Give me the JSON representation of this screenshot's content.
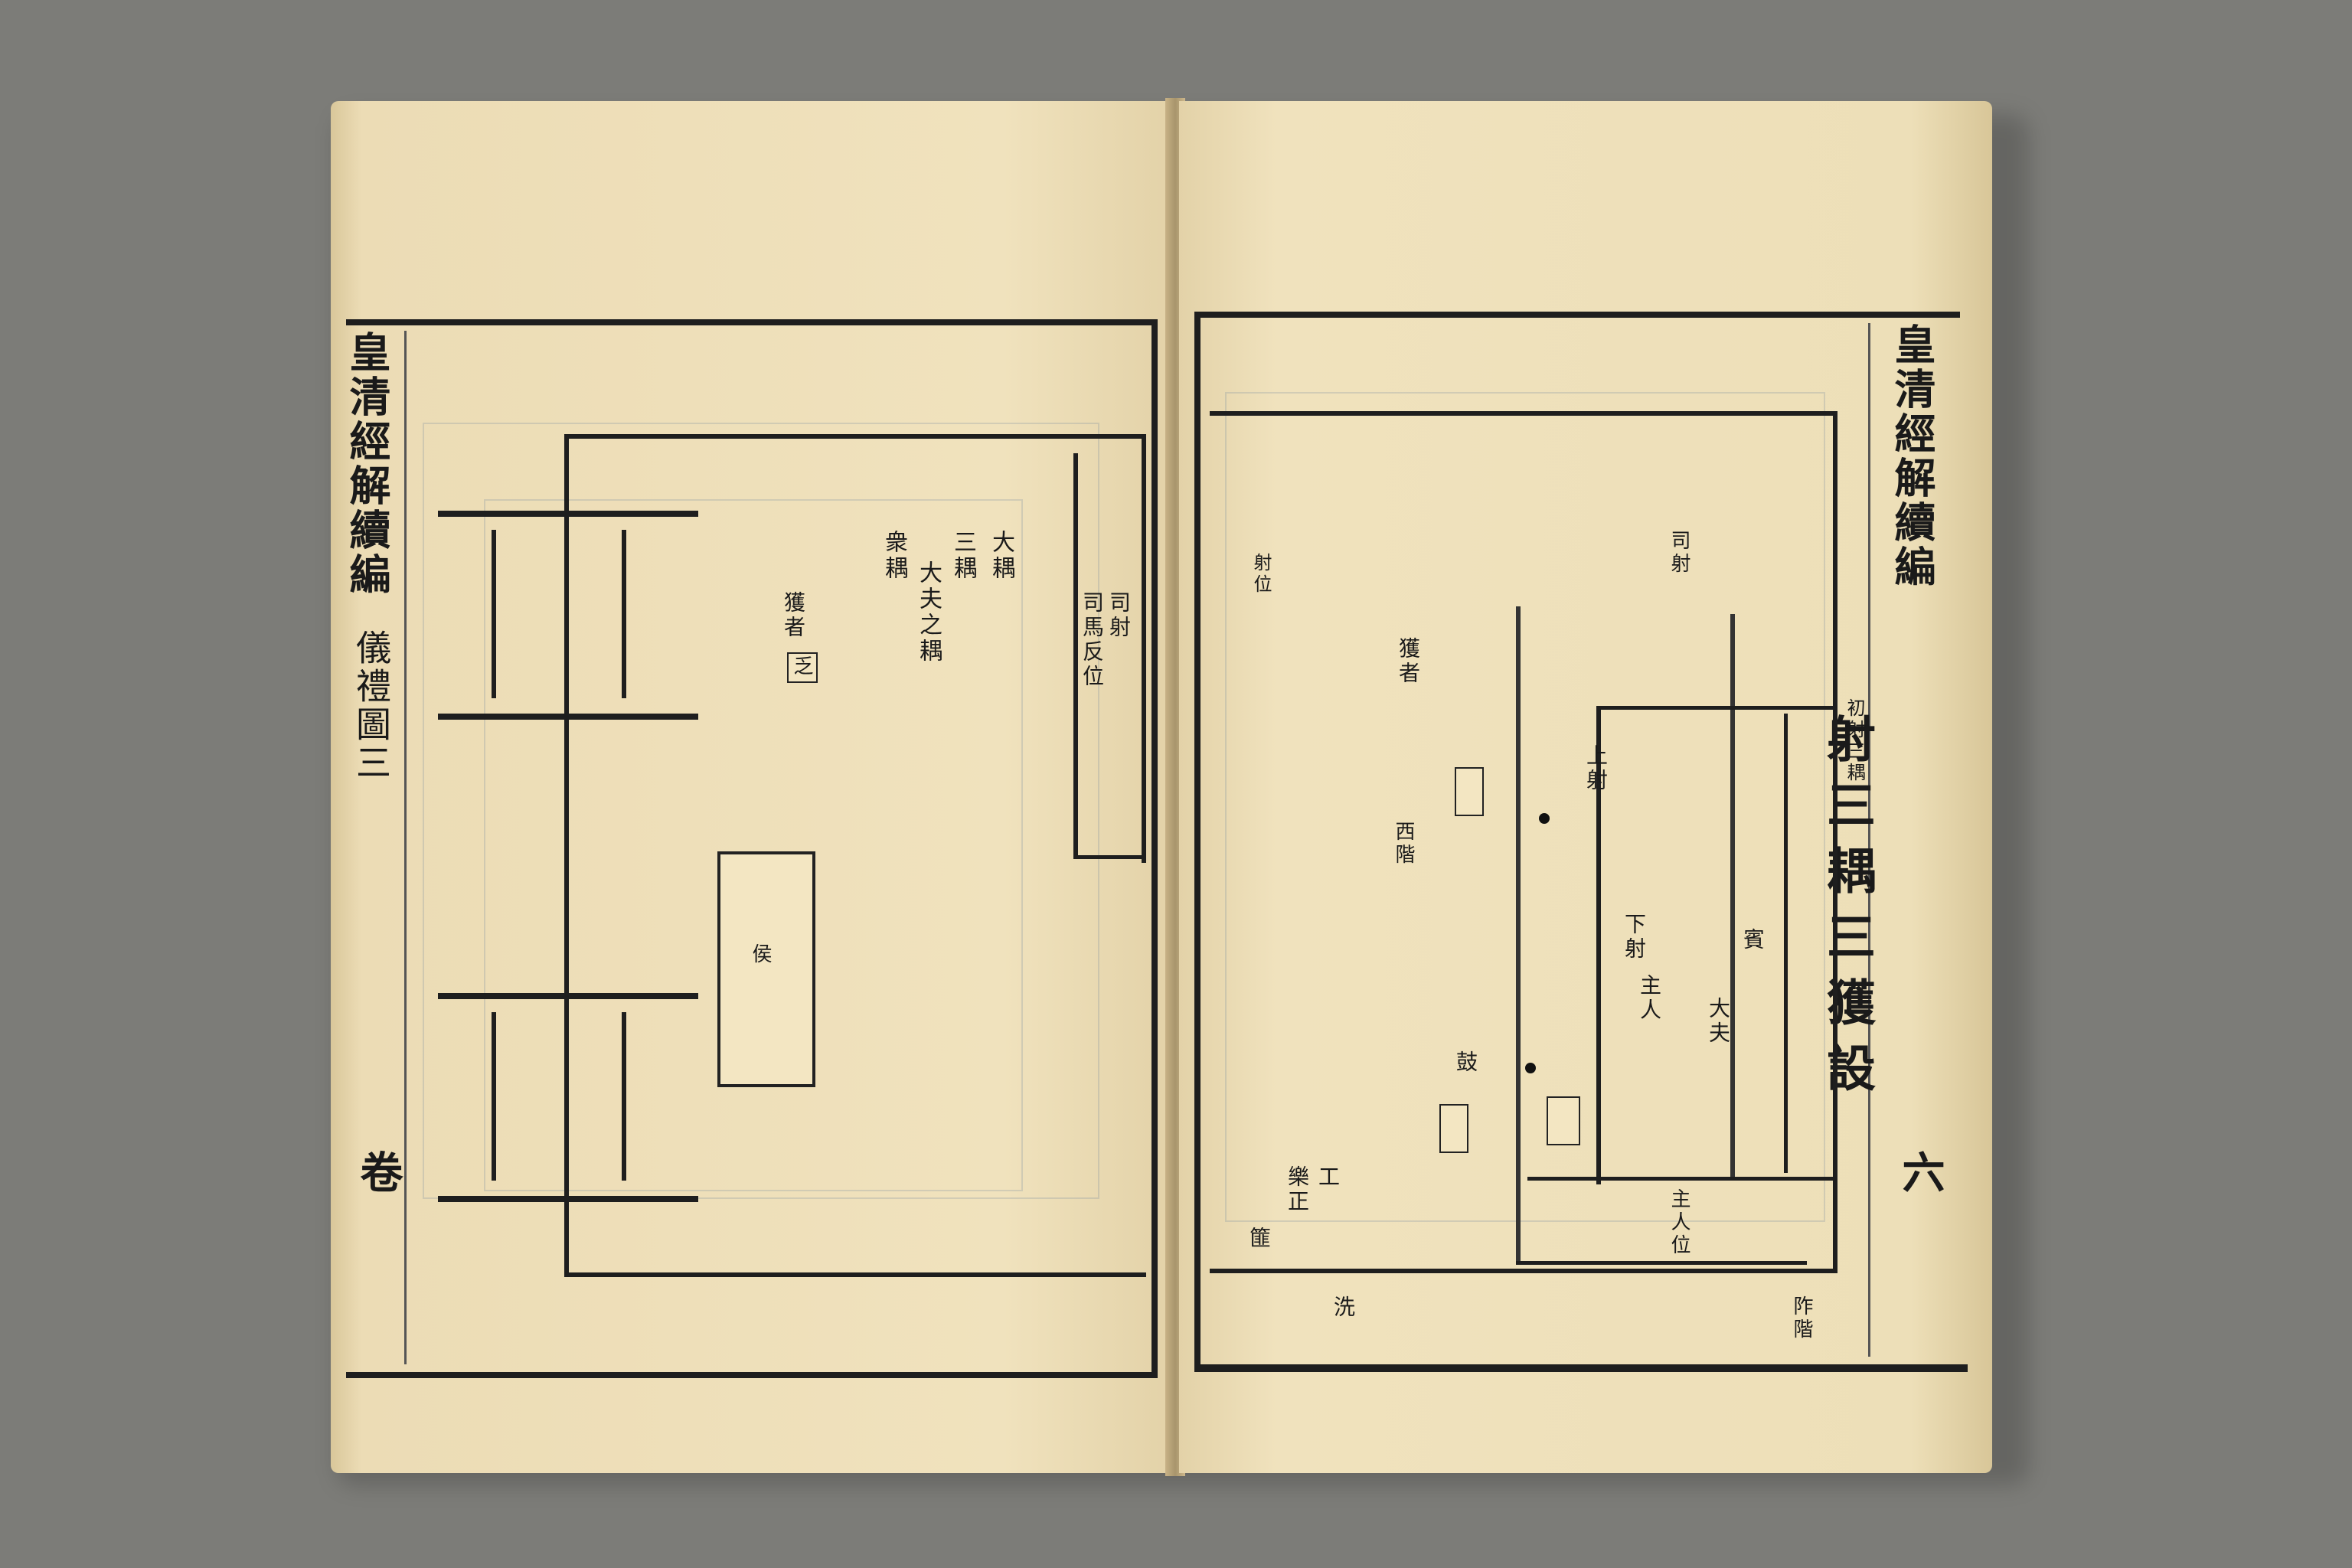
{
  "left_page": {
    "margin_title": "皇清經解續編",
    "section": "儀禮圖三",
    "folio_mark": "卷",
    "labels": {
      "top_a": "大耦",
      "top_b": "三耦",
      "top_c": "衆耦",
      "top_d": "大夫之耦",
      "sima": "司射",
      "sima2": "司馬反位",
      "huo": "獲者",
      "zhi": "乏",
      "stage": "侯"
    }
  },
  "right_page": {
    "margin_title": "皇清經解續編",
    "diagram_title": "射三耦三獲設",
    "subtitle": "初射三耦",
    "folio_mark": "六",
    "labels": {
      "a": "司射",
      "b": "賓",
      "c": "大夫",
      "d": "主人",
      "e": "主人位",
      "f": "工",
      "g": "樂正",
      "h": "下射",
      "i": "上射",
      "j": "獲者",
      "k": "鼓",
      "l": "篚",
      "m": "洗",
      "n": "阼階",
      "o": "西階",
      "p": "射位"
    }
  }
}
